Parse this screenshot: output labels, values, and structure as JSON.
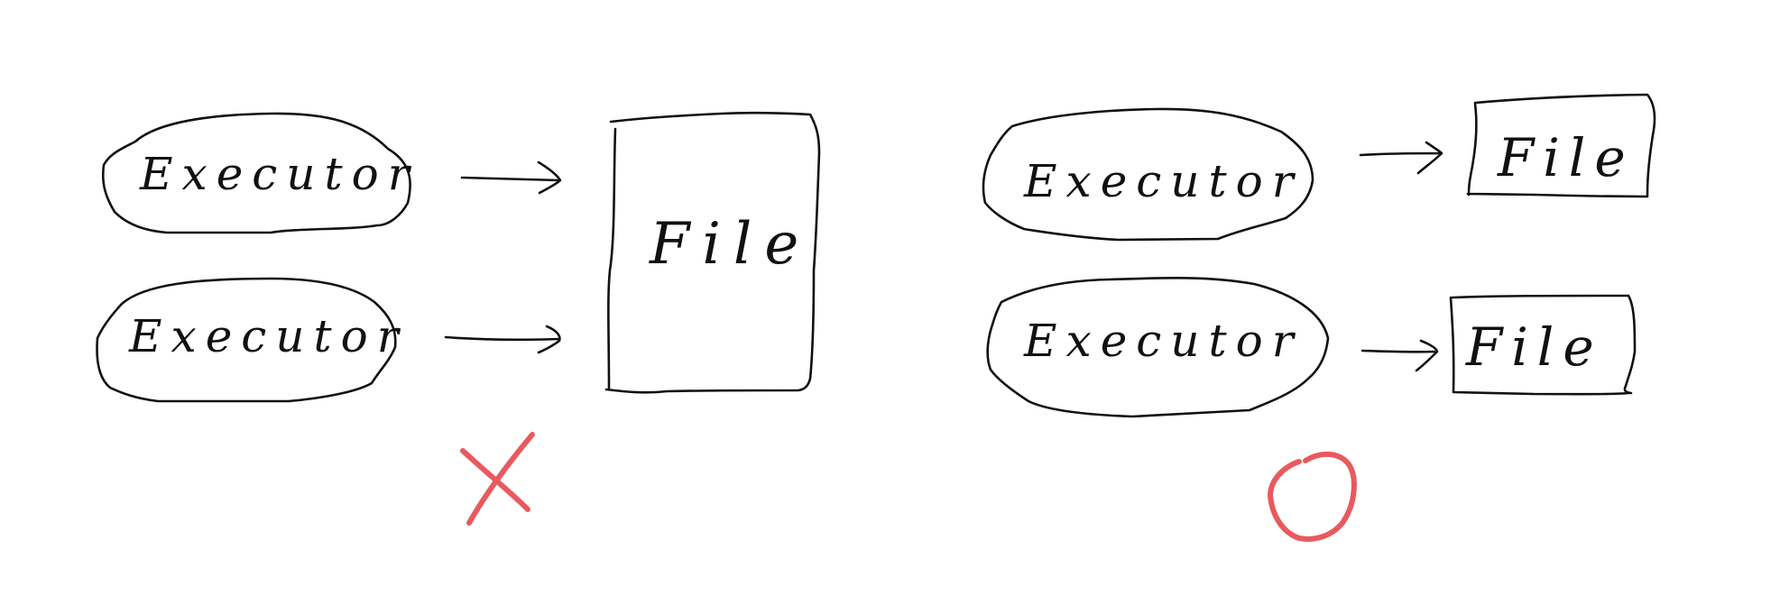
{
  "left": {
    "executors": [
      "Executor",
      "Executor"
    ],
    "file": "File",
    "verdict_icon": "cross-mark-icon"
  },
  "right": {
    "executors": [
      "Executor",
      "Executor"
    ],
    "files": [
      "File",
      "File"
    ],
    "verdict_icon": "circle-mark-icon"
  },
  "colors": {
    "ink": "#111111",
    "mark": "#e85a5f",
    "background": "#ffffff"
  }
}
